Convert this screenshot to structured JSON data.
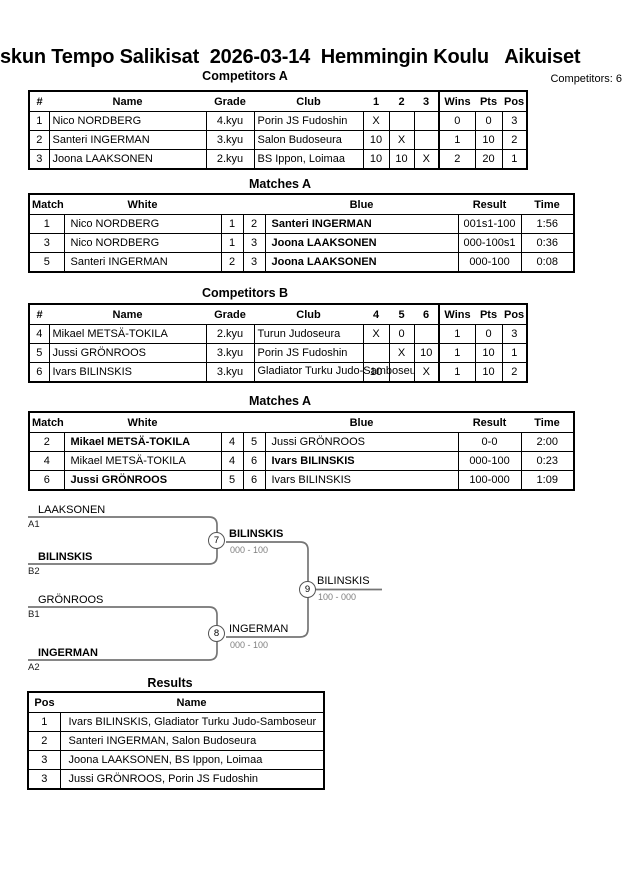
{
  "page": {
    "title": "skun Tempo Salikisat  2026-03-14  Hemmingin Koulu   Aikuiset",
    "competitors_total": "Competitors: 6"
  },
  "competitors_a": {
    "title": "Competitors A",
    "columns": [
      "#",
      "Name",
      "Grade",
      "Club",
      "1",
      "2",
      "3",
      "Wins",
      "Pts",
      "Pos"
    ],
    "rows": [
      {
        "num": "1",
        "name": "Nico NORDBERG",
        "grade": "4.kyu",
        "club": "Porin JS Fudoshin",
        "g1": "X",
        "g2": "",
        "g3": "",
        "wins": "0",
        "pts": "0",
        "pos": "3"
      },
      {
        "num": "2",
        "name": "Santeri INGERMAN",
        "grade": "3.kyu",
        "club": "Salon Budoseura",
        "g1": "10",
        "g2": "X",
        "g3": "",
        "wins": "1",
        "pts": "10",
        "pos": "2"
      },
      {
        "num": "3",
        "name": "Joona LAAKSONEN",
        "grade": "2.kyu",
        "club": "BS Ippon, Loimaa",
        "g1": "10",
        "g2": "10",
        "g3": "X",
        "wins": "2",
        "pts": "20",
        "pos": "1"
      }
    ]
  },
  "matches_a1": {
    "title": "Matches A",
    "columns": [
      "Match",
      "White",
      "Blue",
      "Result",
      "Time"
    ],
    "rows": [
      {
        "match": "1",
        "white": "Nico NORDBERG",
        "white_bold": false,
        "wn": "1",
        "bn": "2",
        "blue": "Santeri INGERMAN",
        "blue_bold": true,
        "result": "001s1-100",
        "time": "1:56"
      },
      {
        "match": "3",
        "white": "Nico NORDBERG",
        "white_bold": false,
        "wn": "1",
        "bn": "3",
        "blue": "Joona LAAKSONEN",
        "blue_bold": true,
        "result": "000-100s1",
        "time": "0:36"
      },
      {
        "match": "5",
        "white": "Santeri INGERMAN",
        "white_bold": false,
        "wn": "2",
        "bn": "3",
        "blue": "Joona LAAKSONEN",
        "blue_bold": true,
        "result": "000-100",
        "time": "0:08"
      }
    ]
  },
  "competitors_b": {
    "title": "Competitors B",
    "columns": [
      "#",
      "Name",
      "Grade",
      "Club",
      "4",
      "5",
      "6",
      "Wins",
      "Pts",
      "Pos"
    ],
    "rows": [
      {
        "num": "4",
        "name": "Mikael METSÄ-TOKILA",
        "grade": "2.kyu",
        "club": "Turun Judoseura",
        "g1": "X",
        "g2": "0",
        "g3": "",
        "wins": "1",
        "pts": "0",
        "pos": "3"
      },
      {
        "num": "5",
        "name": "Jussi GRÖNROOS",
        "grade": "3.kyu",
        "club": "Porin JS Fudoshin",
        "g1": "",
        "g2": "X",
        "g3": "10",
        "wins": "1",
        "pts": "10",
        "pos": "1"
      },
      {
        "num": "6",
        "name": "Ivars BILINSKIS",
        "grade": "3.kyu",
        "club": "Gladiator Turku Judo-Samboseura",
        "club_overflow": true,
        "g1": "10",
        "g2": "",
        "g3": "X",
        "wins": "1",
        "pts": "10",
        "pos": "2"
      }
    ]
  },
  "matches_a2": {
    "title": "Matches A",
    "columns": [
      "Match",
      "White",
      "Blue",
      "Result",
      "Time"
    ],
    "rows": [
      {
        "match": "2",
        "white": "Mikael METSÄ-TOKILA",
        "white_bold": true,
        "wn": "4",
        "bn": "5",
        "blue": "Jussi GRÖNROOS",
        "blue_bold": false,
        "result": "0-0",
        "time": "2:00"
      },
      {
        "match": "4",
        "white": "Mikael METSÄ-TOKILA",
        "white_bold": false,
        "wn": "4",
        "bn": "6",
        "blue": "Ivars BILINSKIS",
        "blue_bold": true,
        "result": "000-100",
        "time": "0:23"
      },
      {
        "match": "6",
        "white": "Jussi GRÖNROOS",
        "white_bold": true,
        "wn": "5",
        "bn": "6",
        "blue": "Ivars BILINSKIS",
        "blue_bold": false,
        "result": "100-000",
        "time": "1:09"
      }
    ]
  },
  "bracket": {
    "entries": [
      {
        "name": "LAAKSONEN",
        "seed": "A1",
        "bold": false
      },
      {
        "name": "BILINSKIS",
        "seed": "B2",
        "bold": true
      },
      {
        "name": "GRÖNROOS",
        "seed": "B1",
        "bold": false
      },
      {
        "name": "INGERMAN",
        "seed": "A2",
        "bold": true
      }
    ],
    "matches": [
      {
        "no": "7",
        "winner": "BILINSKIS",
        "bold": true,
        "score": "000 - 100"
      },
      {
        "no": "8",
        "winner": "INGERMAN",
        "bold": false,
        "score": "000 - 100"
      },
      {
        "no": "9",
        "winner": "BILINSKIS",
        "bold": false,
        "score": "100 - 000"
      }
    ]
  },
  "results": {
    "title": "Results",
    "columns": [
      "Pos",
      "Name"
    ],
    "rows": [
      {
        "pos": "1",
        "name": "Ivars BILINSKIS, Gladiator Turku Judo-Samboseur"
      },
      {
        "pos": "2",
        "name": "Santeri INGERMAN, Salon Budoseura"
      },
      {
        "pos": "3",
        "name": "Joona LAAKSONEN, BS Ippon, Loimaa"
      },
      {
        "pos": "3",
        "name": "Jussi GRÖNROOS, Porin JS Fudoshin"
      }
    ]
  },
  "colors": {
    "line_gray": "#757575",
    "score_gray": "#7f7f7f"
  }
}
